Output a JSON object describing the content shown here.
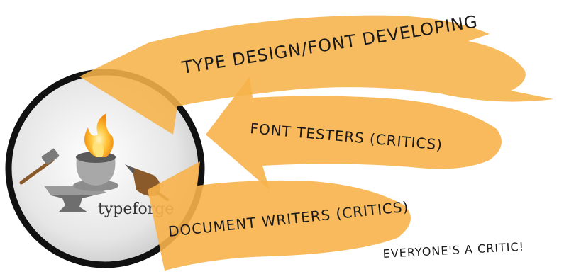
{
  "logo": {
    "name": "typeforge"
  },
  "arrows": [
    {
      "label": "TYPE DESIGN/FONT DEVELOPING"
    },
    {
      "label": "FONT TESTERS (CRITICS)"
    },
    {
      "label": "DOCUMENT WRITERS (CRITICS)"
    }
  ],
  "note": "EVERYONE'S A CRITIC!",
  "colors": {
    "arrow_fill": "#F7B34A",
    "circle_border": "#111111",
    "flame": "#F6A21B"
  },
  "icons": [
    "hammer-icon",
    "anvil-icon",
    "crucible-icon",
    "bellows-icon",
    "flame-icon"
  ]
}
